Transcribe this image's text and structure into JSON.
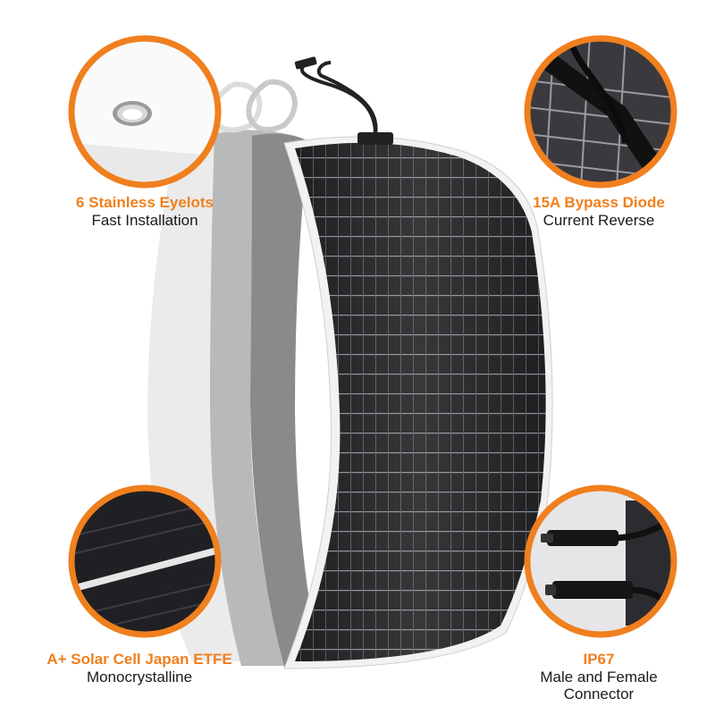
{
  "colors": {
    "accent": "#f07f1e",
    "panel_dark": "#1c1c1e",
    "grid": "#8d8d92"
  },
  "features": {
    "eyelets": {
      "title": "6 Stainless Eyelots",
      "subtitle": "Fast Installation",
      "icon": "eyelet-icon"
    },
    "diode": {
      "title": "15A Bypass Diode",
      "subtitle": "Current Reverse",
      "icon": "bypass-diode-icon"
    },
    "cell": {
      "title": "A+ Solar Cell Japan ETFE",
      "subtitle": "Monocrystalline",
      "icon": "solar-cell-icon"
    },
    "connector": {
      "title": "IP67",
      "subtitle_line1": "Male and Female",
      "subtitle_line2": "Connector",
      "icon": "connector-icon"
    }
  }
}
